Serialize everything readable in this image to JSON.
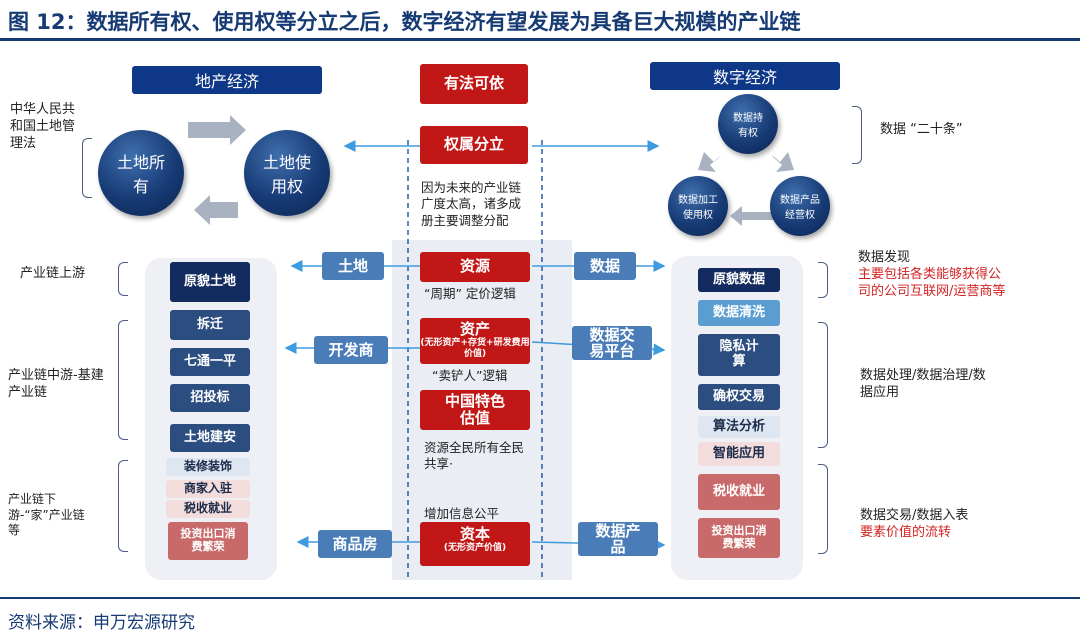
{
  "title": "图 12：数据所有权、使用权等分立之后，数字经济有望发展为具备巨大规模的产业链",
  "source": "资料来源：申万宏源研究",
  "left": {
    "header": "地产经济",
    "law_note": "中华人民共和国土地管理法",
    "circle_owner": "土地所有",
    "circle_user": "土地使用权",
    "upstream_label": "产业链上游",
    "midstream_label": "产业链中游-基建产业链",
    "downstream_label": "产业链下游-“家”产业链等",
    "chain": [
      "原貌土地",
      "拆迁",
      "七通一平",
      "招投标",
      "土地建安",
      "装修装饰",
      "商家入驻",
      "税收就业",
      "投资出口消费繁荣"
    ]
  },
  "center": {
    "rule_of_law": "有法可依",
    "separation": "权属分立",
    "separation_note": "因为未来的产业链广度太高，诸多成册主要调整分配",
    "resource": "资源",
    "resource_note": "“周期” 定价逻辑",
    "asset": "资产",
    "asset_sub": "(无形资产+存货+研发费用价值)",
    "asset_note": "“卖铲人”逻辑",
    "valuation": "中国特色估值",
    "valuation_note": "资源全民所有全民共享·",
    "info_fair": "增加信息公平",
    "capital": "资本",
    "capital_sub": "(无形资产价值)"
  },
  "links": {
    "land": "土地",
    "developer": "开发商",
    "housing": "商品房",
    "data": "数据",
    "data_platform": "数据交易平台",
    "data_product": "数据产品"
  },
  "right": {
    "header": "数字经济",
    "circle_hold": "数据持有权",
    "circle_use": "数据加工使用权",
    "circle_product": "数据产品经营权",
    "note_twenty": "数据 “二十条”",
    "note_discovery": "数据发现",
    "note_discovery_red": "主要包括各类能够获得公司的公司互联网/运营商等",
    "note_processing": "数据处理/数据治理/数据应用",
    "note_trading": "数据交易/数据入表",
    "note_trading_red": "要素价值的流转",
    "chain": [
      "原貌数据",
      "数据清洗",
      "隐私计算",
      "确权交易",
      "算法分析",
      "智能应用",
      "税收就业",
      "投资出口消费繁荣"
    ]
  }
}
